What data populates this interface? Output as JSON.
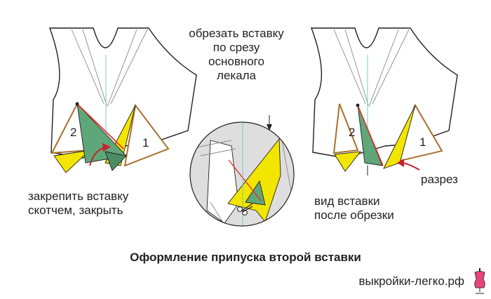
{
  "labels": {
    "cut_insert": "обрезать вставку\nпо срезу\nосновного\nлекала",
    "tape_close": "закрепить вставку\nскотчем, закрыть",
    "view_after": "вид вставки\nпосле обрезки",
    "cut_slit": "разрез",
    "num_left_2": "2",
    "num_left_1": "1",
    "num_right_2": "2",
    "num_right_1": "1"
  },
  "title": "Оформление припуска второй вставки",
  "site": "выкройки-легко.рф",
  "icons": [
    "scissors-icon",
    "dress-form-icon",
    "red-arrow-icon"
  ],
  "colors": {
    "outline": "#231f20",
    "green_insert": "#5fa779",
    "yellow_insert": "#f2e500",
    "brown_line": "#a9702f",
    "red_line": "#e2312b",
    "grey_fill": "#dedede",
    "site_pink": "#e8457c"
  }
}
